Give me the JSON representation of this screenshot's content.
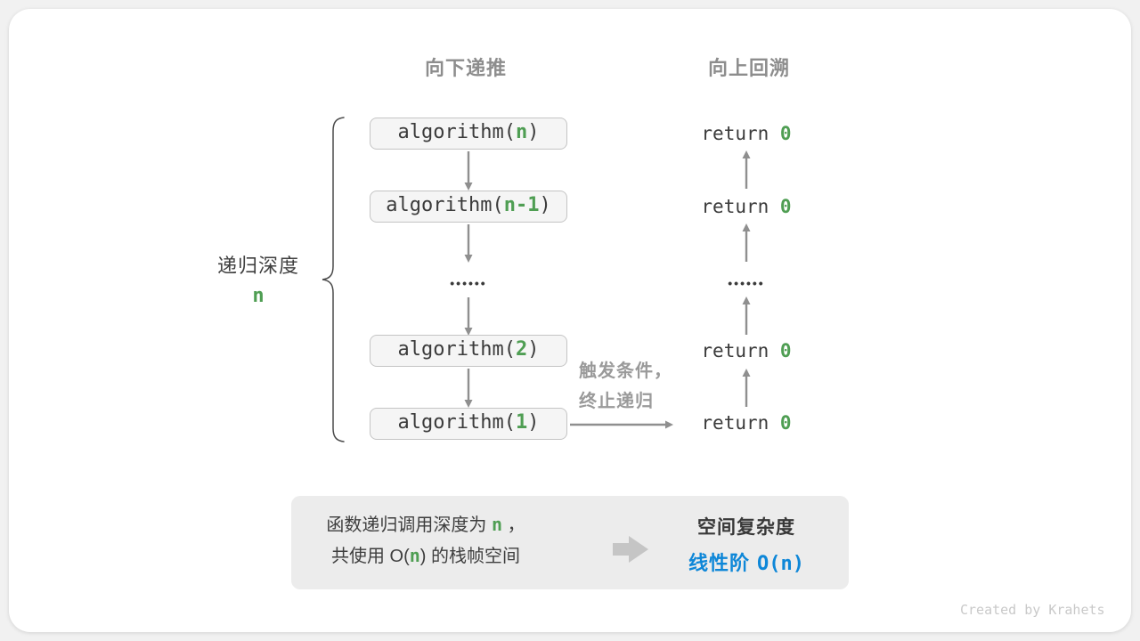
{
  "headers": {
    "downward": "向下递推",
    "upward": "向上回溯"
  },
  "depth_label": {
    "text": "递归深度",
    "variable": "n"
  },
  "call_stack": {
    "boxes": [
      {
        "prefix": "algorithm(",
        "arg": "n",
        "suffix": ")"
      },
      {
        "prefix": "algorithm(",
        "arg": "n-1",
        "suffix": ")"
      },
      {
        "prefix": "algorithm(",
        "arg": "2",
        "suffix": ")"
      },
      {
        "prefix": "algorithm(",
        "arg": "1",
        "suffix": ")"
      }
    ],
    "ellipsis": "••••••"
  },
  "returns": {
    "items": [
      {
        "keyword": "return ",
        "value": "0"
      },
      {
        "keyword": "return ",
        "value": "0"
      },
      {
        "keyword": "return ",
        "value": "0"
      },
      {
        "keyword": "return ",
        "value": "0"
      }
    ],
    "ellipsis": "••••••"
  },
  "base_case_note": {
    "line1": "触发条件，",
    "line2": "终止递归"
  },
  "summary": {
    "cause_line1": {
      "pre": "函数递归调用深度为 ",
      "var": "n",
      "post": " ，"
    },
    "cause_line2": {
      "pre": "共使用 O(",
      "var": "n",
      "post": ") 的栈帧空间"
    },
    "effect_title": "空间复杂度",
    "effect_class": "线性阶",
    "effect_notation": "O(n)"
  },
  "credit": "Created by Krahets",
  "colors": {
    "accent_green": "#4f9e53",
    "accent_blue": "#0e87d8",
    "arrow_gray": "#8f8f8f",
    "box_fill": "#f5f5f5",
    "box_border": "#c4c4c4",
    "summary_fill": "#ececec"
  }
}
